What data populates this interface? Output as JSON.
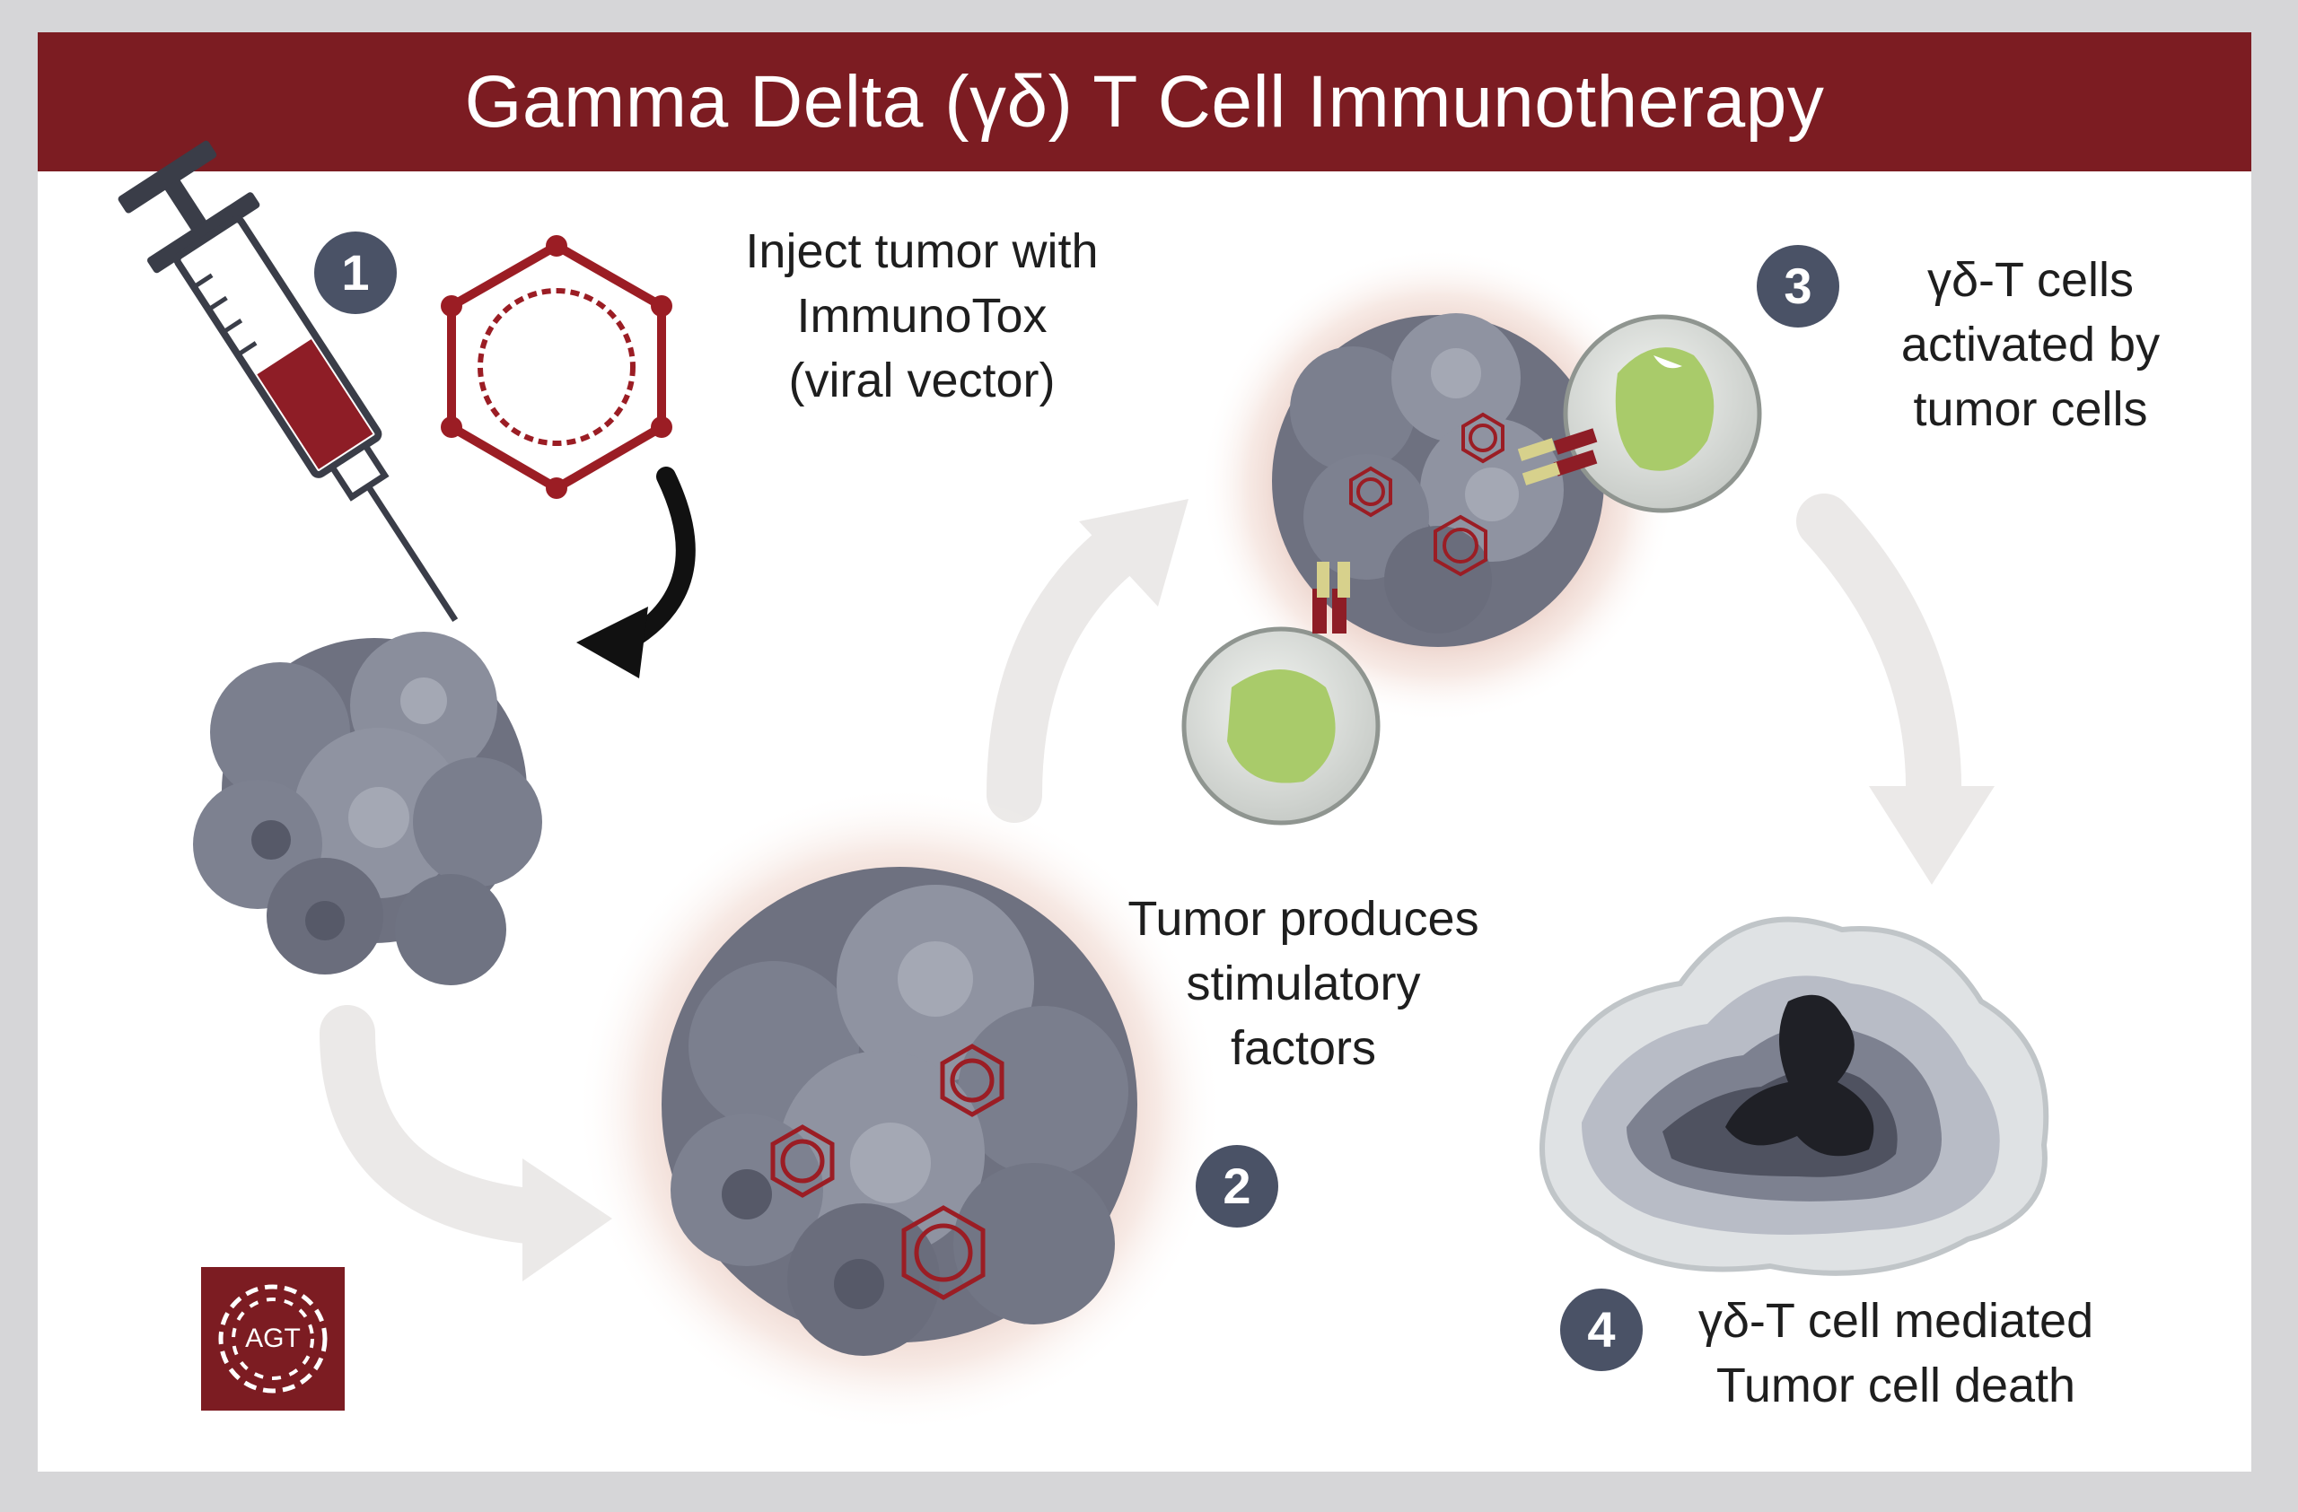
{
  "title": "Gamma Delta (γδ) T Cell Immunotherapy",
  "steps": [
    {
      "number": "1",
      "label": "Inject tumor with\nImmunoTox\n(viral vector)"
    },
    {
      "number": "2",
      "label": "Tumor produces\nstimulatory\nfactors"
    },
    {
      "number": "3",
      "label": "γδ-T cells\nactivated by\ntumor cells"
    },
    {
      "number": "4",
      "label": "γδ-T cell mediated\nTumor cell death"
    }
  ],
  "logo": {
    "text": "AGT"
  },
  "icons": [
    "syringe-icon",
    "viral-vector-icon",
    "tumor-icon",
    "t-cell-icon",
    "dead-tumor-cell-icon",
    "cycle-arrow-icon",
    "agt-logo-icon"
  ],
  "colors": {
    "banner": "#7c1c22",
    "step_badge": "#4a5266",
    "tumor": "#6e7180",
    "t_cell_nucleus": "#a9cb6a",
    "vector": "#9b1d24"
  }
}
